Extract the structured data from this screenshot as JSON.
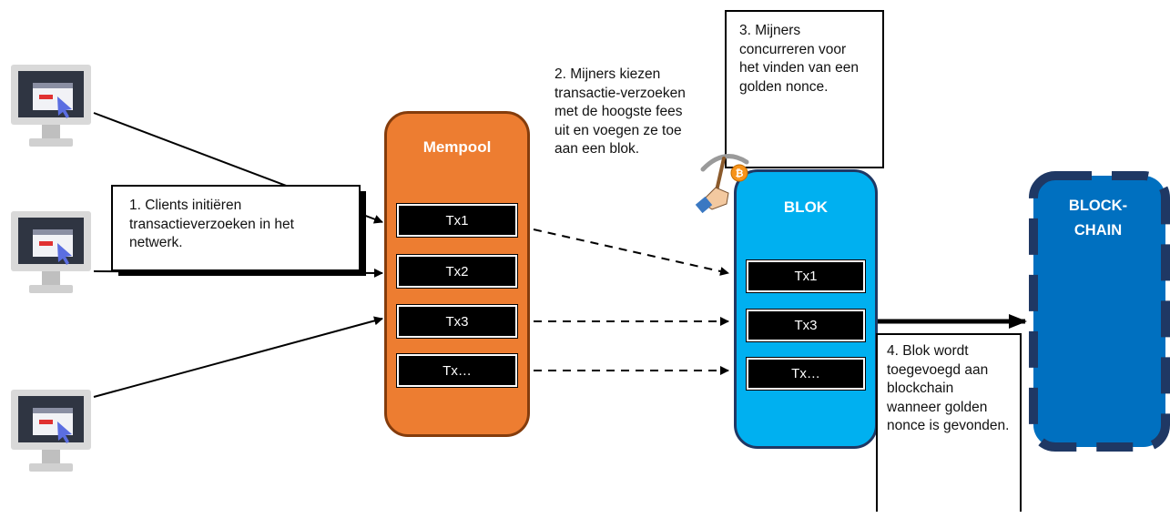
{
  "notes": {
    "clients": "1. Clients initiëren transactieverzoeken in het netwerk.",
    "miners_choose": "2. Mijners kiezen transactie-verzoeken met de hoogste fees uit en voegen ze toe aan een blok.",
    "miners_compete": "3. Mijners concurreren voor het vinden van een golden nonce.",
    "block_added": "4. Blok wordt toegevoegd aan blockchain wanneer golden nonce is gevonden."
  },
  "mempool": {
    "title": "Mempool",
    "transactions": [
      "Tx1",
      "Tx2",
      "Tx3",
      "Tx…"
    ]
  },
  "block": {
    "title": "BLOK",
    "transactions": [
      "Tx1",
      "Tx3",
      "Tx…"
    ]
  },
  "blockchain": {
    "title": "BLOCK-\nCHAIN"
  },
  "icons": {
    "client": "computer-monitor-icon",
    "miner": "pickaxe-bitcoin-icon"
  },
  "colors": {
    "mempool_fill": "#ed7d31",
    "mempool_border": "#843c0c",
    "block_fill": "#00b0f0",
    "block_border": "#1f3864",
    "chain_fill": "#0070c0",
    "chain_border": "#1f3864"
  }
}
